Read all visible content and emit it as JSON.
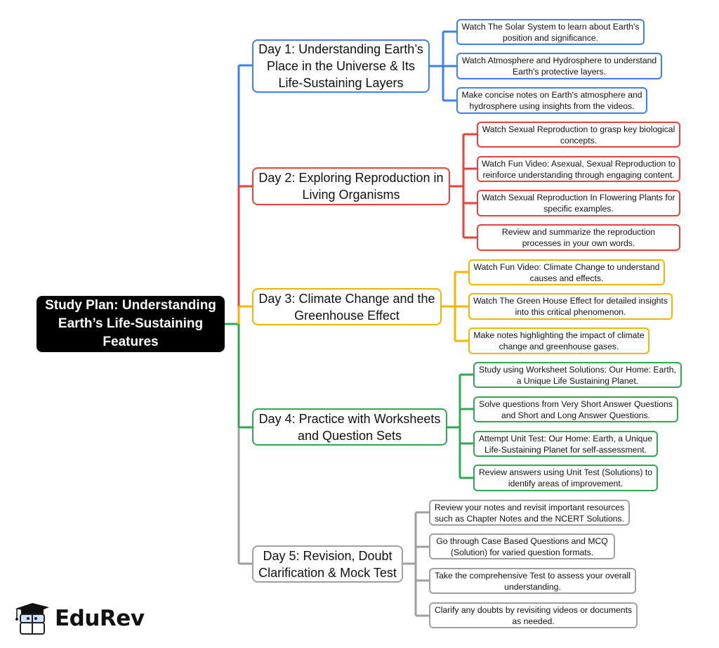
{
  "root": {
    "title": "Study Plan: Understanding Earth’s Life-Sustaining Features"
  },
  "colors": {
    "day1": "#3d7ff0",
    "day2": "#e8433a",
    "day3": "#f4b400",
    "day4": "#2fa84f",
    "day5": "#a0a0a0"
  },
  "days": [
    {
      "title": "Day 1: Understanding Earth’s Place in the Universe & Its Life-Sustaining Layers",
      "tasks": [
        "Watch The Solar System to learn about Earth's position and significance.",
        "Watch Atmosphere and Hydrosphere to understand Earth's protective layers.",
        "Make concise notes on Earth's atmosphere and hydrosphere using insights from the videos."
      ]
    },
    {
      "title": "Day 2: Exploring Reproduction in Living Organisms",
      "tasks": [
        "Watch Sexual Reproduction to grasp key biological concepts.",
        "Watch Fun Video: Asexual, Sexual Reproduction to reinforce understanding through engaging content.",
        "Watch Sexual Reproduction In Flowering Plants for specific examples.",
        "Review and summarize the reproduction processes in your own words."
      ]
    },
    {
      "title": "Day 3: Climate Change and the Greenhouse Effect",
      "tasks": [
        "Watch Fun Video: Climate Change to understand causes and effects.",
        "Watch The Green House Effect for detailed insights into this critical phenomenon.",
        "Make notes highlighting the impact of climate change and greenhouse gases."
      ]
    },
    {
      "title": "Day 4: Practice with Worksheets and Question Sets",
      "tasks": [
        "Study using Worksheet Solutions: Our Home: Earth, a Unique Life Sustaining Planet.",
        "Solve questions from Very Short Answer Questions and Short and Long Answer Questions.",
        "Attempt Unit Test: Our Home: Earth, a Unique Life-Sustaining Planet for self-assessment.",
        "Review answers using Unit Test (Solutions) to identify areas of improvement."
      ]
    },
    {
      "title": "Day 5: Revision, Doubt Clarification & Mock Test",
      "tasks": [
        "Review your notes and revisit important resources such as Chapter Notes and the NCERT Solutions.",
        "Go through Case Based Questions and MCQ (Solution) for varied question formats.",
        "Take the comprehensive Test to assess your overall understanding.",
        "Clarify any doubts by revisiting videos or documents as needed."
      ]
    }
  ],
  "logo": {
    "text": "EduRev"
  }
}
